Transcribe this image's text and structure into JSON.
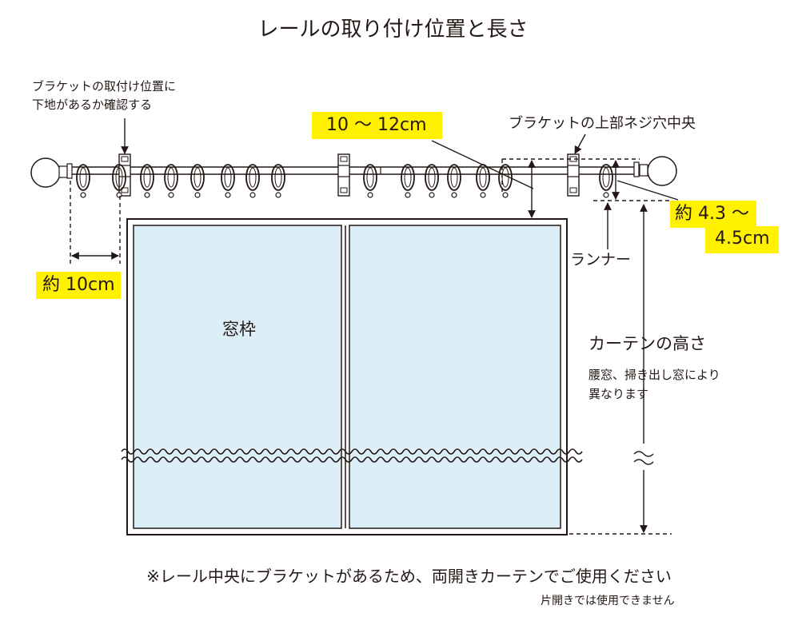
{
  "title": "レールの取り付け位置と長さ",
  "notes": {
    "bracket_check": [
      "ブラケットの取付け位置に",
      "下地があるか確認する"
    ],
    "bracket_hole": "ブラケットの上部ネジ穴中央",
    "runner": "ランナー",
    "window_frame": "窓枠",
    "curtain_height_title": "カーテンの高さ",
    "curtain_height_detail": [
      "腰窓、掃き出し窓により",
      "異なります"
    ],
    "bottom_note": "※レール中央にブラケットがあるため、両開きカーテンでご使用ください",
    "bottom_sub": "片開きでは使用できません"
  },
  "dimensions": {
    "side_overhang": "約 10cm",
    "above_frame": "10 〜 12cm",
    "bracket_to_runner_line1": "約 4.3 〜",
    "bracket_to_runner_line2": "4.5cm"
  },
  "colors": {
    "line": "#231815",
    "glass": "#dceef7",
    "highlight": "#fff100",
    "background": "#ffffff"
  }
}
